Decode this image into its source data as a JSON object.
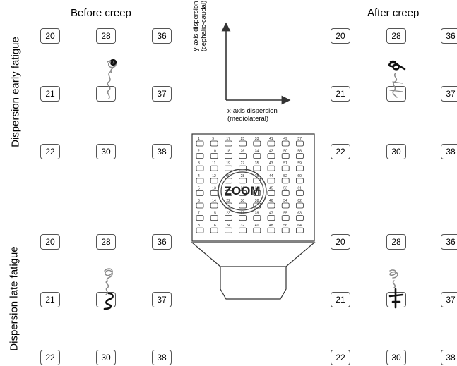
{
  "headers": {
    "before": "Before creep",
    "after": "After creep"
  },
  "row_labels": {
    "early": "Dispersion early fatigue",
    "late": "Dispersion late fatigue"
  },
  "axes": {
    "y_label_1": "y-axis dispersion",
    "y_label_2": "(cephalic-caudal)",
    "x_label_1": "x-axis dispersion",
    "x_label_2": "(mediolateral)"
  },
  "zoom_label": "ZOOM",
  "electrodes": {
    "before_early": [
      "20",
      "28",
      "36",
      "21",
      "37",
      "22",
      "30",
      "38"
    ],
    "after_early": [
      "20",
      "28",
      "36",
      "21",
      "37",
      "22",
      "30",
      "38"
    ],
    "before_late": [
      "20",
      "28",
      "36",
      "21",
      "37",
      "22",
      "30",
      "38"
    ],
    "after_late": [
      "20",
      "28",
      "36",
      "21",
      "37",
      "22",
      "30",
      "38"
    ]
  },
  "grid_numbers": [
    [
      "1",
      "9",
      "17",
      "25",
      "33",
      "41",
      "49",
      "57"
    ],
    [
      "2",
      "10",
      "18",
      "26",
      "34",
      "42",
      "50",
      "58"
    ],
    [
      "3",
      "11",
      "19",
      "27",
      "35",
      "43",
      "51",
      "59"
    ],
    [
      "4",
      "12",
      "20",
      "28",
      "36",
      "44",
      "52",
      "60"
    ],
    [
      "5",
      "13",
      "21",
      "29",
      "37",
      "45",
      "53",
      "61"
    ],
    [
      "6",
      "14",
      "22",
      "30",
      "38",
      "46",
      "54",
      "62"
    ],
    [
      "7",
      "15",
      "23",
      "31",
      "39",
      "47",
      "55",
      "63"
    ],
    [
      "8",
      "16",
      "24",
      "32",
      "40",
      "48",
      "56",
      "64"
    ]
  ],
  "colors": {
    "stroke": "#333333",
    "trace_gray": "#8a8a8a",
    "trace_black": "#111111"
  }
}
